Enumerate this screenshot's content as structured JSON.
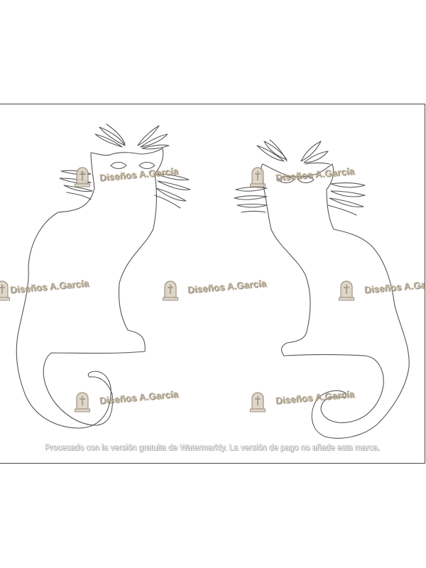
{
  "watermark": {
    "brand_text": "Diseños A.García",
    "brand_text_partial": "Diseños A.Gar",
    "brand_color": "#b5a58c",
    "icon": "tombstone-cross-icon"
  },
  "footer": {
    "notice": "Procesado con la versión gratuita de Watermarkly. La versión de pago no añade esta marca."
  },
  "artwork": {
    "subject": "two-cat-silhouettes-outline",
    "stroke_color": "#555555"
  }
}
